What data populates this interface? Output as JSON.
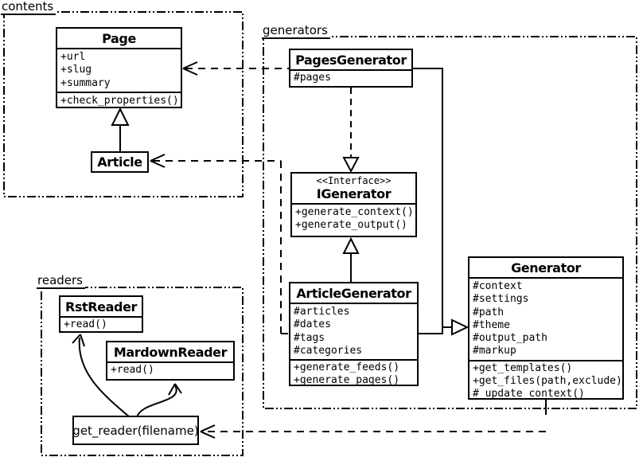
{
  "colors": {
    "line": "#000000",
    "background": "#ffffff"
  },
  "packages": {
    "contents": {
      "label": "contents"
    },
    "generators": {
      "label": "generators"
    },
    "readers": {
      "label": "readers"
    }
  },
  "classes": {
    "page": {
      "name": "Page",
      "attrs": [
        "+url",
        "+slug",
        "+summary"
      ],
      "methods": [
        "+check_properties()"
      ]
    },
    "article": {
      "name": "Article"
    },
    "pages_generator": {
      "name": "PagesGenerator",
      "attrs": [
        "#pages"
      ]
    },
    "igenerator": {
      "stereotype": "<<Interface>>",
      "name": "IGenerator",
      "methods": [
        "+generate_context()",
        "+generate_output()"
      ]
    },
    "article_generator": {
      "name": "ArticleGenerator",
      "attrs": [
        "#articles",
        "#dates",
        "#tags",
        "#categories"
      ],
      "methods": [
        "+generate_feeds()",
        "+generate_pages()"
      ]
    },
    "generator": {
      "name": "Generator",
      "attrs": [
        "#context",
        "#settings",
        "#path",
        "#theme",
        "#output_path",
        "#markup"
      ],
      "methods": [
        "+get_templates()",
        "+get_files(path,exclude)",
        "#_update_context()"
      ]
    },
    "rst_reader": {
      "name": "RstReader",
      "methods": [
        "+read()"
      ]
    },
    "mardown_reader": {
      "name": "MardownReader",
      "methods": [
        "+read()"
      ]
    },
    "get_reader": {
      "label": "get_reader(filename)"
    }
  }
}
